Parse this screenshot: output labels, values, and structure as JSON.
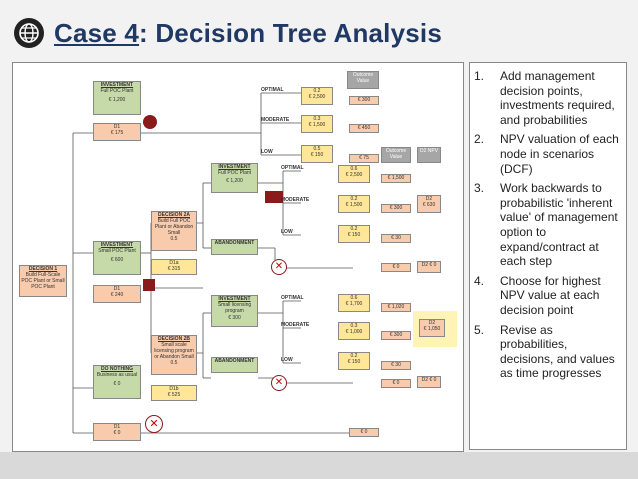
{
  "title": {
    "prefix": "Case 4",
    "rest": ": Decision Tree Analysis"
  },
  "notes": [
    {
      "num": "1.",
      "text": "Add management decision points, investments required, and probabilities"
    },
    {
      "num": "2.",
      "text": "NPV valuation of each node in scenarios (DCF)"
    },
    {
      "num": "3.",
      "text": "Work backwards to probabilistic 'inherent value' of management option to expand/contract at each step"
    },
    {
      "num": "4.",
      "text": "Choose for highest NPV value at each decision point"
    },
    {
      "num": "5.",
      "text": "Revise as probabilities, decisions, and values as time progresses"
    }
  ],
  "tree": {
    "inv_full": {
      "hdr": "INVESTMENT",
      "sub": "Full POC Plant",
      "val": "€ 1,200"
    },
    "d1_top": {
      "a": "D1",
      "b": "€ 175"
    },
    "outcome_hdr": "Outcome Value",
    "outcome_hdr2": "Outcome Value",
    "labels": {
      "optimal": "OPTIMAL",
      "moderate": "MODERATE",
      "low": "LOW"
    },
    "top_probs": [
      {
        "p": "0.2",
        "v": "€ 2,500",
        "o": "€ 300"
      },
      {
        "p": "0.3",
        "v": "€ 1,500",
        "o": "€ 450"
      },
      {
        "p": "0.5",
        "v": "€ 150",
        "o": "€ 75"
      }
    ],
    "d2_hdr": "D2 NPV",
    "inv_full2": {
      "hdr": "INVESTMENT",
      "sub": "Full POC Plant",
      "val": "€ 1,200"
    },
    "mid_probs": [
      {
        "p": "0.6",
        "v": "€ 2,500",
        "o": "€ 1,500"
      },
      {
        "p": "0.2",
        "v": "€ 1,500",
        "o": "€ 300"
      },
      {
        "p": "0.2",
        "v": "€ 150",
        "o": "€ 30"
      }
    ],
    "mid_right": {
      "a": "D2",
      "b": "€ 630"
    },
    "dec2a": {
      "hdr": "DECISION 2A",
      "sub": "Build Full POC Plant or Abandon Small",
      "p": "0.5"
    },
    "d1a": {
      "a": "D1a",
      "b": "€ 315"
    },
    "abandon1": "ABANDONMENT",
    "abandon1_o": "€ 0",
    "abandon1_r": "D2 € 0",
    "inv_small": {
      "hdr": "INVESTMENT",
      "sub": "Small POC Plant",
      "val": "€ 600"
    },
    "d1_mid": {
      "a": "D1",
      "b": "€ 240"
    },
    "dec1": {
      "hdr": "DECISION 1",
      "sub": "Build Full-Scale POC Plant or Small POC Plant"
    },
    "inv_lic": {
      "hdr": "INVESTMENT",
      "sub": "Small licensing program",
      "val": "€ 300"
    },
    "low_probs": [
      {
        "p": "0.6",
        "v": "€ 1,700",
        "o": "€ 1,020"
      },
      {
        "p": "0.3",
        "v": "€ 1,000",
        "o": "€ 300"
      },
      {
        "p": "0.2",
        "v": "€ 150",
        "o": "€ 30"
      }
    ],
    "low_right": {
      "a": "D2",
      "b": "€ 1,050"
    },
    "dec2b": {
      "hdr": "DECISION 2B",
      "sub": "Small scale licensing program or Abandon Small",
      "p": "0.5"
    },
    "d1b": {
      "a": "D1b",
      "b": "€ 525"
    },
    "abandon2": "ABANDONMENT",
    "abandon2_o": "€ 0",
    "abandon2_r": "D2 € 0",
    "do_nothing": {
      "hdr": "DO NOTHING",
      "sub": "Business as usual",
      "val": "€ 0"
    },
    "d1_bot": {
      "a": "D1",
      "b": "€ 0"
    },
    "bot_o": "€ 0"
  }
}
